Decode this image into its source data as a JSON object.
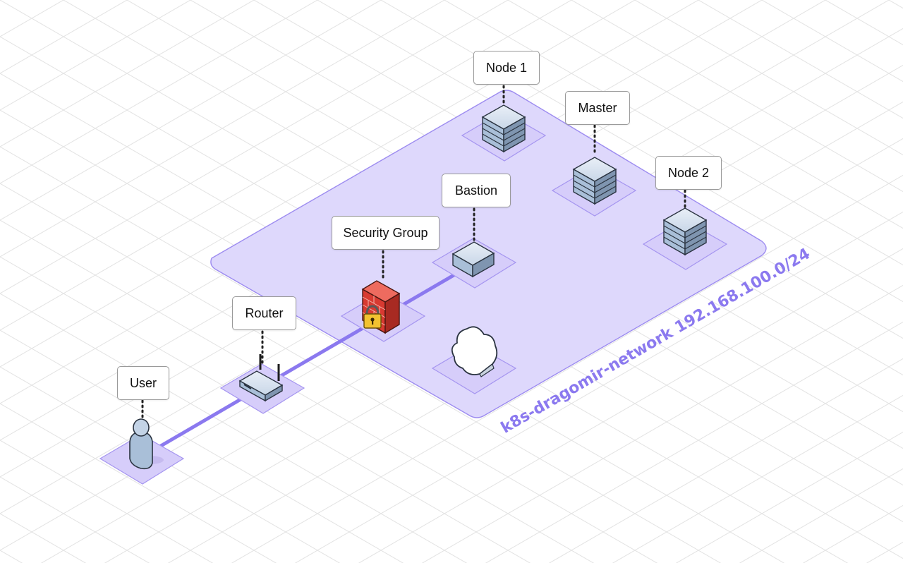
{
  "network": {
    "label": "k8s-dragomir-network 192.168.100.0/24",
    "fill": "#ded8fc",
    "stroke": "#9d8cf0"
  },
  "nodes": {
    "user": {
      "label": "User",
      "icon": "person-icon"
    },
    "router": {
      "label": "Router",
      "icon": "router-icon"
    },
    "security_group": {
      "label": "Security Group",
      "icon": "firewall-lock-icon"
    },
    "bastion": {
      "label": "Bastion",
      "icon": "server-small-icon"
    },
    "node1": {
      "label": "Node 1",
      "icon": "server-rack-icon"
    },
    "master": {
      "label": "Master",
      "icon": "server-rack-icon"
    },
    "node2": {
      "label": "Node 2",
      "icon": "server-rack-icon"
    },
    "cloud": {
      "icon": "cloud-icon"
    }
  },
  "colors": {
    "connection": "#8b79ef",
    "tile": "#d6cdfa",
    "tile_stroke": "#a595f0",
    "label_border": "#9a9a9a",
    "grid": "#e2e2e2",
    "server_face": "#a9bfd8",
    "firewall": "#d83a31"
  }
}
